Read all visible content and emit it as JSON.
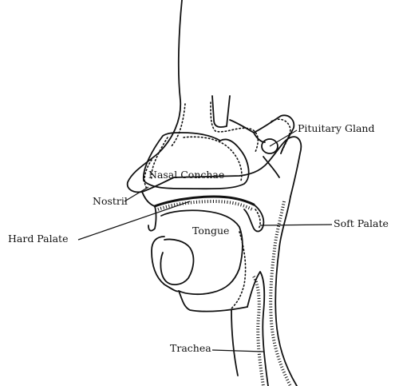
{
  "labels": {
    "pituitary_gland": "Pituitary Gland",
    "nasal_conchae": "Nasal Conchae",
    "nostril": "Nostril",
    "hard_palate": "Hard Palate",
    "soft_palate": "Soft Palate",
    "tongue": "Tongue",
    "trachea": "Trachea"
  }
}
